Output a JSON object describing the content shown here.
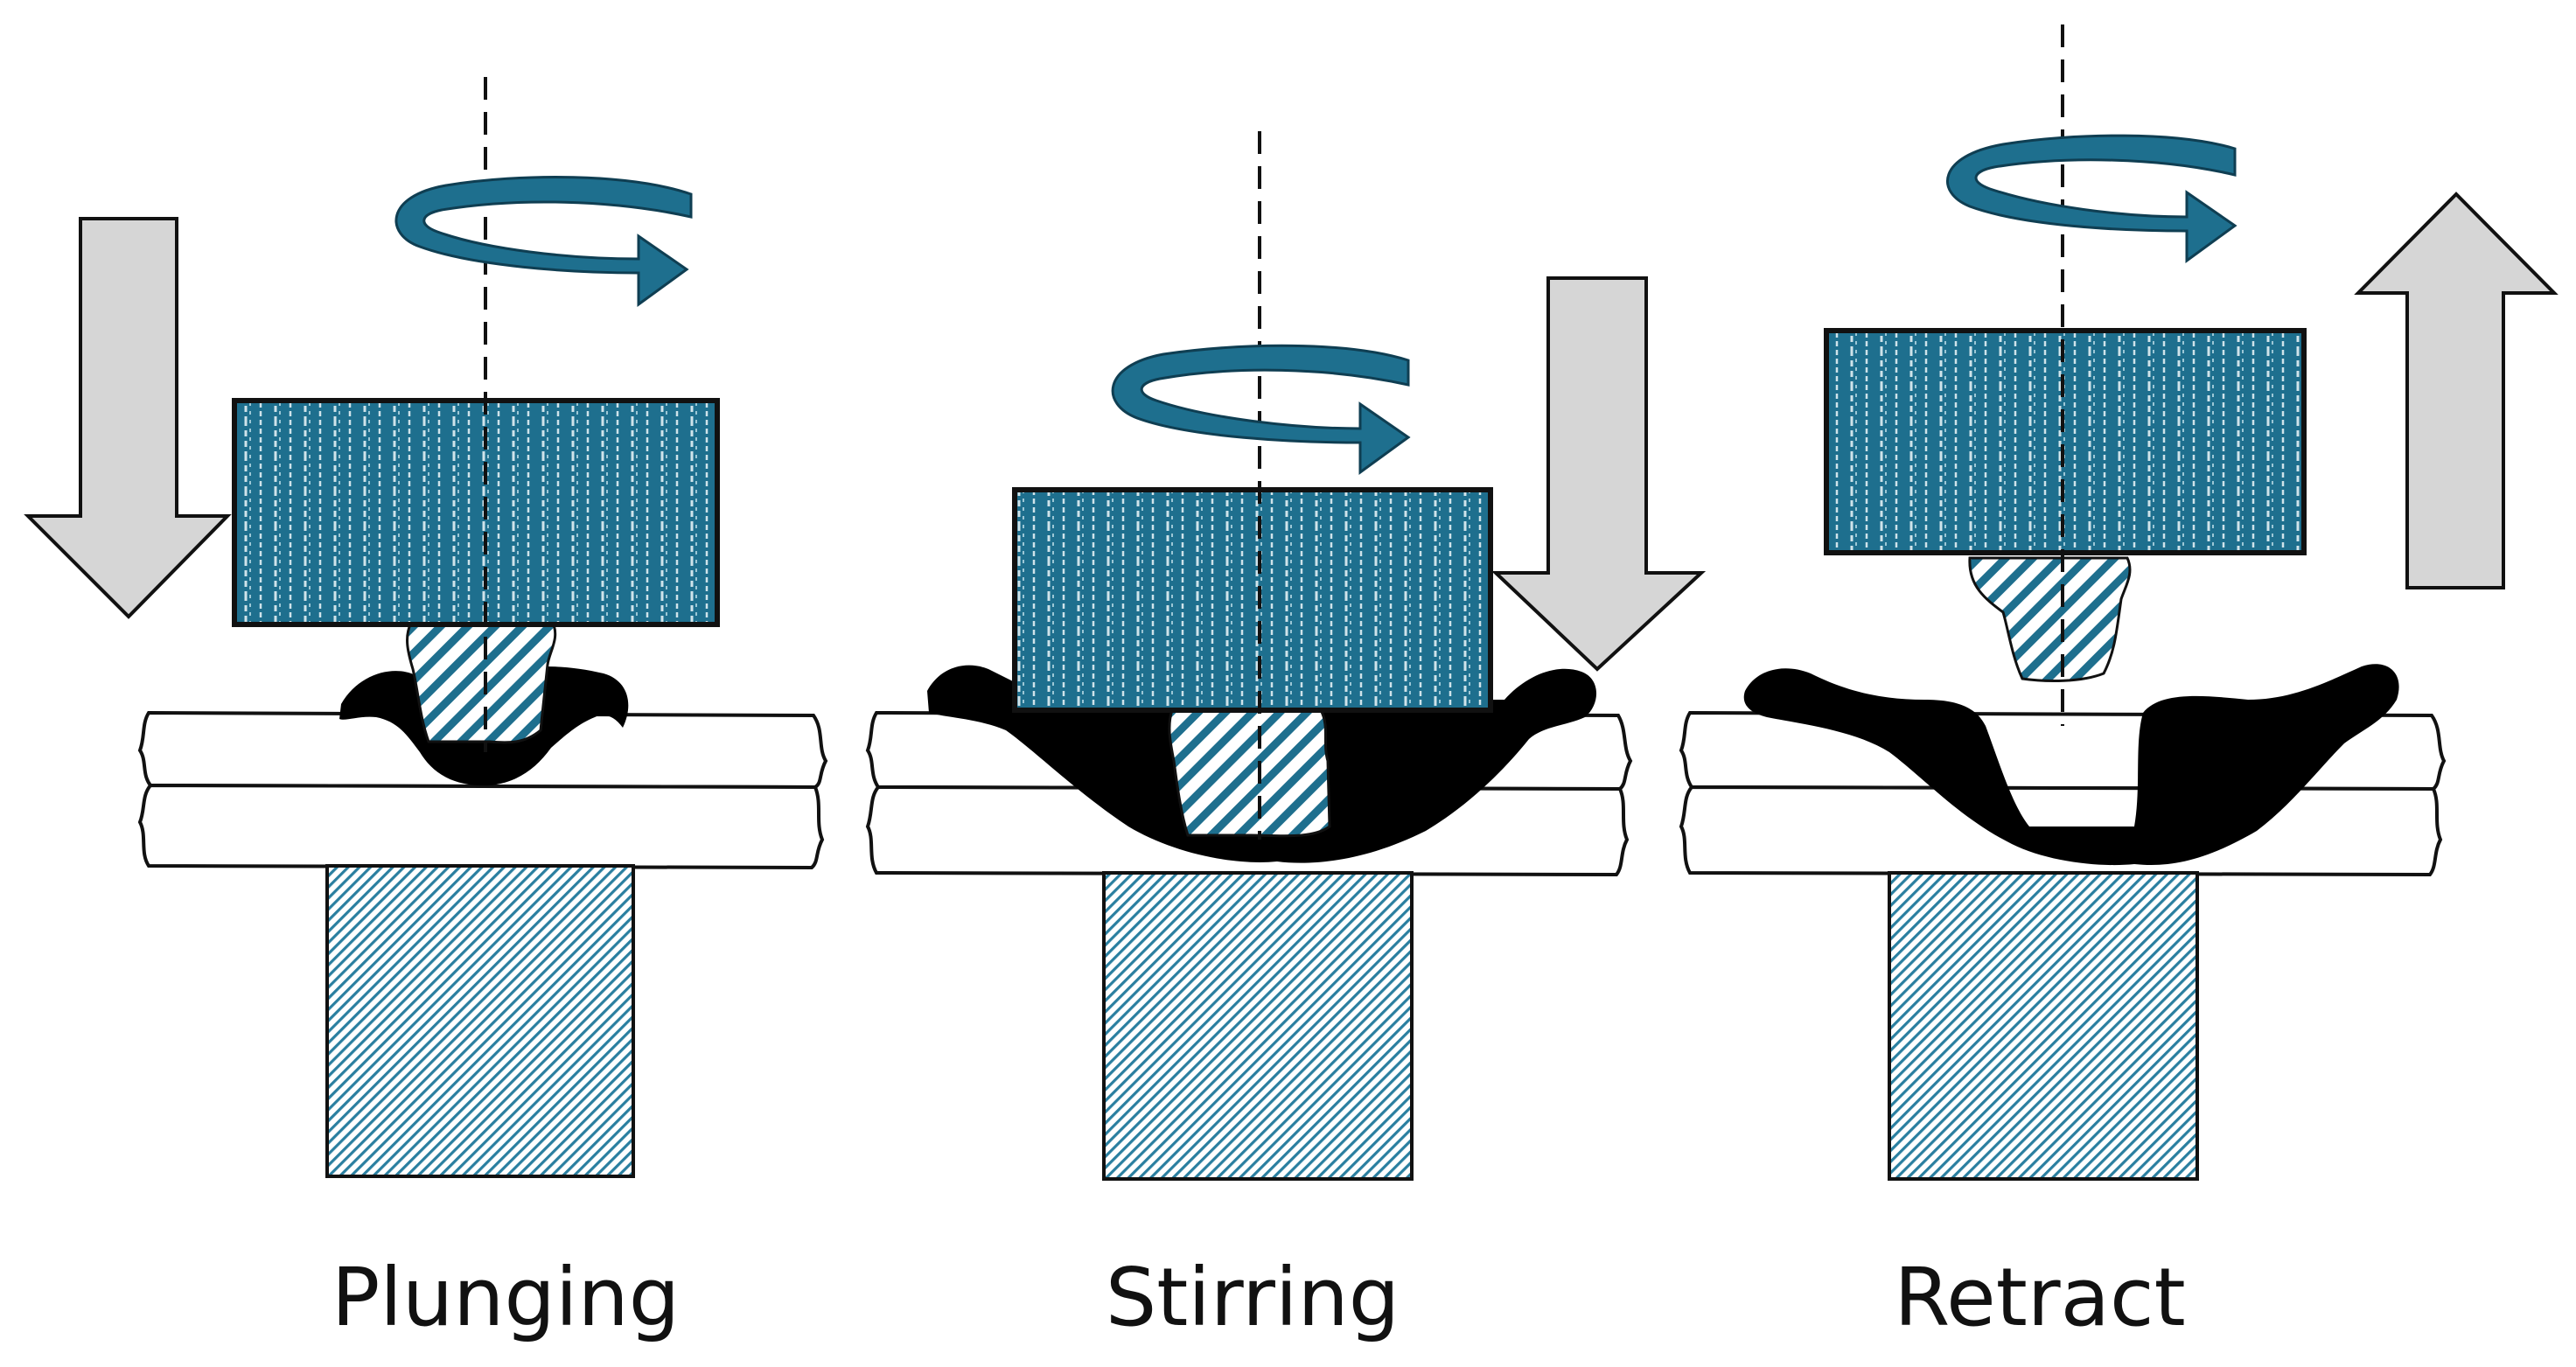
{
  "stages": [
    {
      "id": "plunging",
      "label": "Plunging",
      "tool_motion": "down",
      "rotation": "clockwise"
    },
    {
      "id": "stirring",
      "label": "Stirring",
      "tool_motion": "down",
      "rotation": "clockwise"
    },
    {
      "id": "retract",
      "label": "Retract",
      "tool_motion": "up",
      "rotation": "clockwise"
    }
  ],
  "colors": {
    "tool": "#1e6f8e",
    "tool_stripe": "#cfe3ea",
    "pin_hatch": "#1e6f8e",
    "anvil_hatch": "#2a7fa0",
    "motion_arrow_fill": "#d6d6d6",
    "rotation_arrow": "#1e6f8e",
    "stir_zone": "#000000",
    "outline": "#111111"
  },
  "icons": {
    "motion": "block-arrow",
    "rotation": "curved-arrow",
    "axis": "dashed-centerline"
  }
}
